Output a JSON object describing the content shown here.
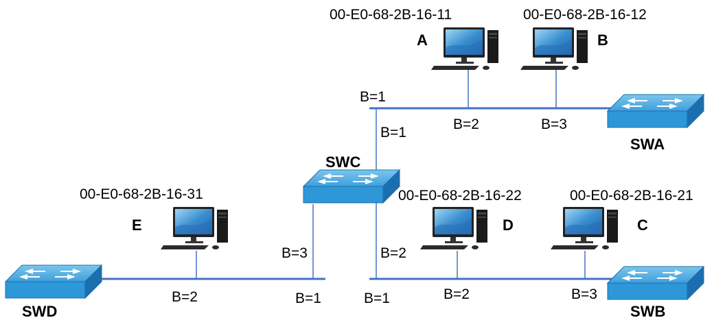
{
  "hosts": {
    "a": {
      "label": "A",
      "mac": "00-E0-68-2B-16-11"
    },
    "b": {
      "label": "B",
      "mac": "00-E0-68-2B-16-12"
    },
    "c": {
      "label": "C",
      "mac": "00-E0-68-2B-16-21"
    },
    "d": {
      "label": "D",
      "mac": "00-E0-68-2B-16-22"
    },
    "e": {
      "label": "E",
      "mac": "00-E0-68-2B-16-31"
    }
  },
  "switches": {
    "swa": "SWA",
    "swb": "SWB",
    "swc": "SWC",
    "swd": "SWD"
  },
  "ports": {
    "top_b1": "B=1",
    "top_b2": "B=2",
    "top_b3": "B=3",
    "swc_b1": "B=1",
    "swc_b3": "B=3",
    "swc_b2": "B=2",
    "bl_b2": "B=2",
    "bl_b1": "B=1",
    "br_b1": "B=1",
    "br_b2": "B=2",
    "br_b3": "B=3"
  },
  "colors": {
    "bus": "#4472c4",
    "switch_top": "#5fb0e0",
    "switch_side": "#1f7fc2",
    "switch_front": "#2b96d6"
  }
}
